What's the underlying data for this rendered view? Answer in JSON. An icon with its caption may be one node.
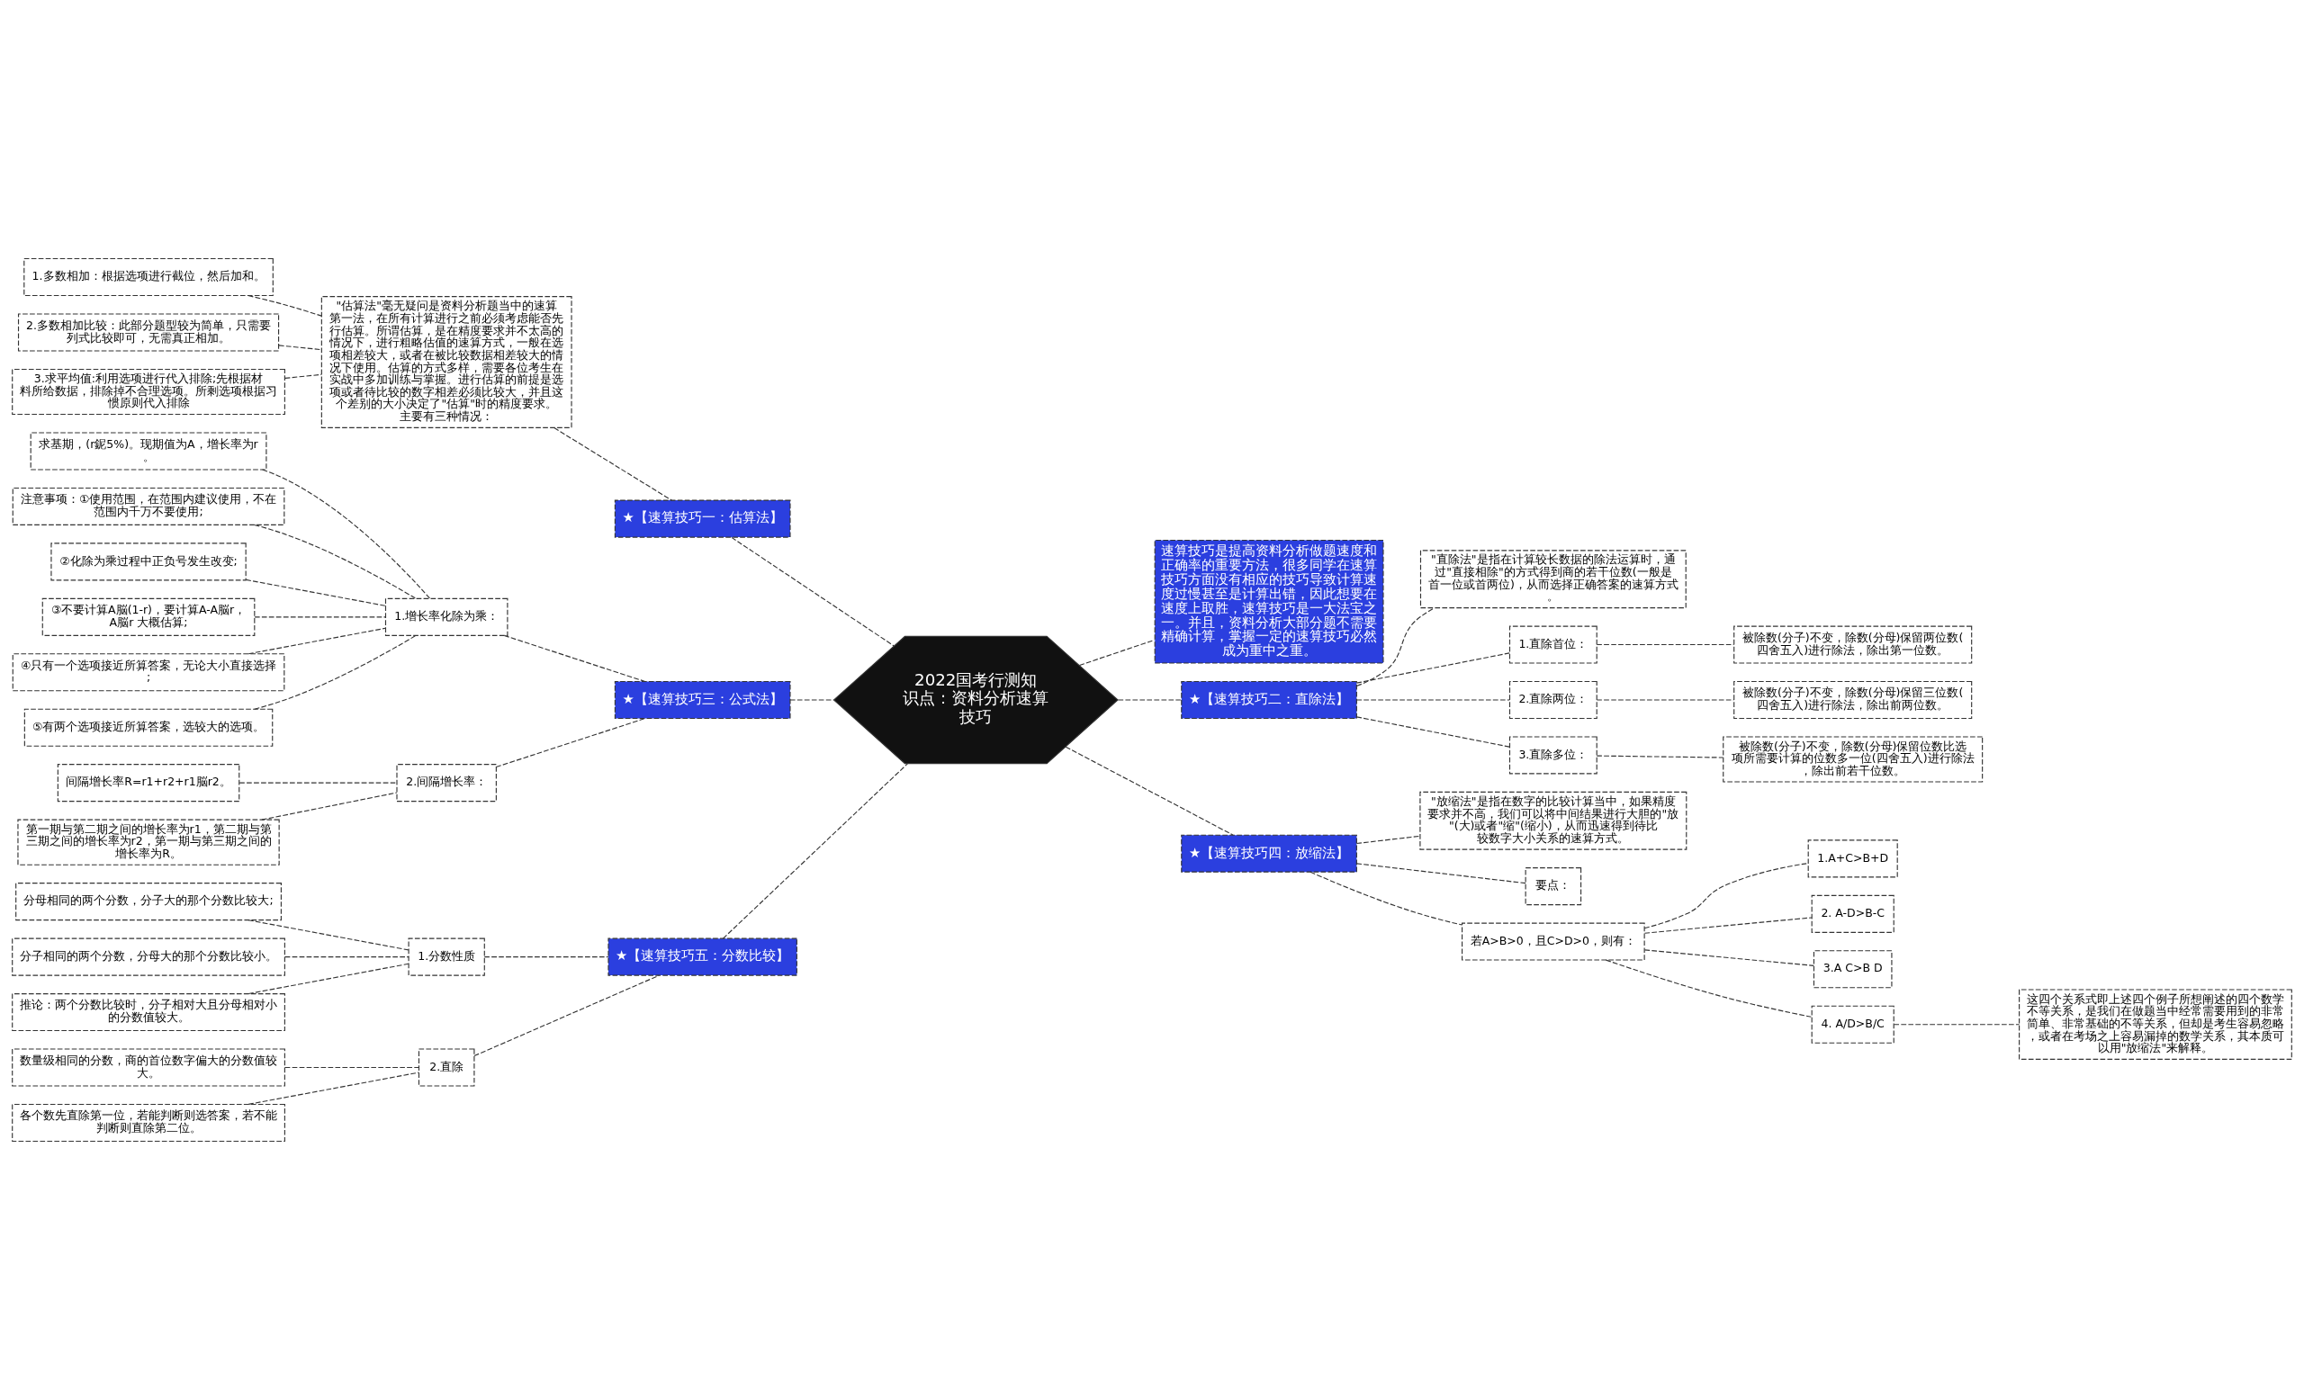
{
  "diagram": {
    "nodes": [
      {
        "text": [
          "2022国考行测知识点：资料分析速算技巧"
        ]
      },
      {
        "text": [
          "★【速算技巧一：估算法】"
        ]
      },
      {
        "text": [
          "\"估算法\"毫无疑问是资料分析题当中的速算第一法，在所有计算进行之前必须考虑能否先行估算。所谓估算，是在精度要求并不太高的情况下，进行粗略估值的速算方式，一般在选项相差较大，或者在被比较数据相差较大的情况下使用。估算的方式多样，需要各位考生在实战中多加训练与掌握。进行估算的前提是选项或者待比较的数字相差必须比较大，并且这个差别的大小决定了\"估算\"时的精度要求。主要有三种情况："
        ]
      },
      {
        "text": [
          "1.多数相加：根据选项进行截位，然后加和。"
        ]
      },
      {
        "text": [
          "2.多数相加比较：此部分题型较为简单，只需要列式比较即可，无需真正相加。"
        ]
      },
      {
        "text": [
          "3.求平均值:利用选项进行代入排除;先根据材料所给数据，排除掉不合理选项。所剩选项根据习惯原则代入排除"
        ]
      },
      {
        "text": [
          "★【速算技巧三：公式法】"
        ]
      },
      {
        "text": [
          "1.增长率化除为乘："
        ]
      },
      {
        "text": [
          "求基期，(r鈮5%)。现期值为A，增长率为r 。"
        ]
      },
      {
        "text": [
          "注意事项：①使用范围，在范围内建议使用，不在范围内千万不要使用;"
        ]
      },
      {
        "text": [
          "②化除为乘过程中正负号发生改变;"
        ]
      },
      {
        "text": [
          "③不要计算A脳(1-r)，要计算A-A脳r，A脳r 大概估算;"
        ]
      },
      {
        "text": [
          "④只有一个选项接近所算答案，无论大小直接选择;"
        ]
      },
      {
        "text": [
          "⑤有两个选项接近所算答案，选较大的选项。"
        ]
      },
      {
        "text": [
          "2.间隔增长率："
        ]
      },
      {
        "text": [
          "间隔增长率R=r1+r2+r1脳r2。"
        ]
      },
      {
        "text": [
          "第一期与第二期之间的增长率为r1，第二期与第三期之间的增长率为r2，第一期与第三期之间的增长率为R。"
        ]
      },
      {
        "text": [
          "★【速算技巧五：分数比较】"
        ]
      },
      {
        "text": [
          "1.分数性质"
        ]
      },
      {
        "text": [
          "分母相同的两个分数，分子大的那个分数比较大;"
        ]
      },
      {
        "text": [
          "分子相同的两个分数，分母大的那个分数比较小。"
        ]
      },
      {
        "text": [
          "推论：两个分数比较时，分子相对大且分母相对小的分数值较大。"
        ]
      },
      {
        "text": [
          "2.直除"
        ]
      },
      {
        "text": [
          "数量级相同的分数，商的首位数字偏大的分数值较大。"
        ]
      },
      {
        "text": [
          "各个数先直除第一位，若能判断则选答案，若不能判断则直除第二位。"
        ]
      },
      {
        "text": [
          "速算技巧是提高资料分析做题速度和正确率的重要方法，很多同学在速算技巧方面没有相应的技巧导致计算速度过慢甚至是计算出错，因此想要在速度上取胜，速算技巧是一大法宝之一。并且，资料分析大部分题不需要精确计算，掌握一定的速算技巧必然成为重中之重。"
        ]
      },
      {
        "text": [
          "★【速算技巧二：直除法】"
        ]
      },
      {
        "text": [
          "\"直除法\"是指在计算较长数据的除法运算时，通过\"直接相除\"的方式得到商的若干位数(一般是首一位或首两位)，从而选择正确答案的速算方式。"
        ]
      },
      {
        "text": [
          "1.直除首位："
        ]
      },
      {
        "text": [
          "被除数(分子)不变，除数(分母)保留两位数(四舍五入)进行除法，除出第一位数。"
        ]
      },
      {
        "text": [
          "2.直除两位："
        ]
      },
      {
        "text": [
          "被除数(分子)不变，除数(分母)保留三位数(四舍五入)进行除法，除出前两位数。"
        ]
      },
      {
        "text": [
          "3.直除多位："
        ]
      },
      {
        "text": [
          "被除数(分子)不变，除数(分母)保留位数比选项所需要计算的位数多一位(四舍五入)进行除法，除出前若干位数。"
        ]
      },
      {
        "text": [
          "★【速算技巧四：放缩法】"
        ]
      },
      {
        "text": [
          "\"放缩法\"是指在数字的比较计算当中，如果精度要求并不高，我们可以将中间结果进行大胆的\"放\"(大)或者\"缩\"(缩小)，从而迅速得到待比较数字大小关系的速算方式。"
        ]
      },
      {
        "text": [
          "要点："
        ]
      },
      {
        "text": [
          "若A>B>0，且C>D>0，则有："
        ]
      },
      {
        "text": [
          "1.A+C>B+D"
        ]
      },
      {
        "text": [
          "2. A-D>B-C"
        ]
      },
      {
        "text": [
          "3.A C>B D"
        ]
      },
      {
        "text": [
          "4. A/D>B/C"
        ]
      },
      {
        "text": [
          "这四个关系式即上述四个例子所想阐述的四个数学不等关系，是我们在做题当中经常需要用到的非常简单、非常基础的不等关系，但却是考生容易忽略，或者在考场之上容易漏掉的数学关系，其本质可以用\"放缩法\"来解释。"
        ]
      }
    ],
    "edges": [
      {
        "from": 0,
        "to": 1,
        "arrow": "none"
      },
      {
        "from": 1,
        "to": 2,
        "arrow": "none"
      },
      {
        "from": 2,
        "to": 3,
        "arrow": "none"
      },
      {
        "from": 2,
        "to": 4,
        "arrow": "none"
      },
      {
        "from": 2,
        "to": 5,
        "arrow": "none"
      },
      {
        "from": 0,
        "to": 6,
        "arrow": "none"
      },
      {
        "from": 6,
        "to": 7,
        "arrow": "none"
      },
      {
        "from": 7,
        "to": 8,
        "arrow": "none"
      },
      {
        "from": 7,
        "to": 9,
        "arrow": "none"
      },
      {
        "from": 7,
        "to": 10,
        "arrow": "none"
      },
      {
        "from": 7,
        "to": 11,
        "arrow": "none"
      },
      {
        "from": 7,
        "to": 12,
        "arrow": "none"
      },
      {
        "from": 7,
        "to": 13,
        "arrow": "none"
      },
      {
        "from": 6,
        "to": 14,
        "arrow": "none"
      },
      {
        "from": 14,
        "to": 15,
        "arrow": "none"
      },
      {
        "from": 14,
        "to": 16,
        "arrow": "none"
      },
      {
        "from": 0,
        "to": 17,
        "arrow": "none"
      },
      {
        "from": 17,
        "to": 18,
        "arrow": "none"
      },
      {
        "from": 18,
        "to": 19,
        "arrow": "none"
      },
      {
        "from": 18,
        "to": 20,
        "arrow": "none"
      },
      {
        "from": 18,
        "to": 21,
        "arrow": "none"
      },
      {
        "from": 17,
        "to": 22,
        "arrow": "none"
      },
      {
        "from": 22,
        "to": 23,
        "arrow": "none"
      },
      {
        "from": 22,
        "to": 24,
        "arrow": "none"
      },
      {
        "from": 0,
        "to": 25,
        "arrow": "none"
      },
      {
        "from": 0,
        "to": 26,
        "arrow": "none"
      },
      {
        "from": 26,
        "to": 27,
        "arrow": "none"
      },
      {
        "from": 26,
        "to": 28,
        "arrow": "none"
      },
      {
        "from": 28,
        "to": 29,
        "arrow": "none"
      },
      {
        "from": 26,
        "to": 30,
        "arrow": "none"
      },
      {
        "from": 30,
        "to": 31,
        "arrow": "none"
      },
      {
        "from": 26,
        "to": 32,
        "arrow": "none"
      },
      {
        "from": 32,
        "to": 33,
        "arrow": "none"
      },
      {
        "from": 0,
        "to": 34,
        "arrow": "none"
      },
      {
        "from": 34,
        "to": 35,
        "arrow": "none"
      },
      {
        "from": 34,
        "to": 36,
        "arrow": "none"
      },
      {
        "from": 34,
        "to": 37,
        "arrow": "none"
      },
      {
        "from": 37,
        "to": 38,
        "arrow": "none"
      },
      {
        "from": 37,
        "to": 39,
        "arrow": "none"
      },
      {
        "from": 37,
        "to": 40,
        "arrow": "none"
      },
      {
        "from": 37,
        "to": 41,
        "arrow": "none"
      },
      {
        "from": 41,
        "to": 42,
        "arrow": "none"
      }
    ]
  }
}
